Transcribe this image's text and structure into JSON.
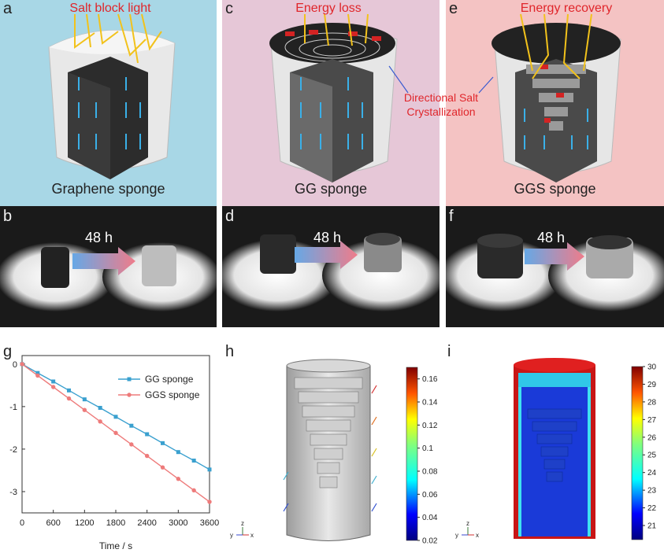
{
  "panels": {
    "a": {
      "letter": "a",
      "title": "Salt block light",
      "caption": "Graphene sponge"
    },
    "b": {
      "letter": "b",
      "time": "48 h"
    },
    "c": {
      "letter": "c",
      "title": "Energy loss",
      "caption": "GG sponge"
    },
    "d": {
      "letter": "d",
      "time": "48 h"
    },
    "e": {
      "letter": "e",
      "title": "Energy recovery",
      "caption": "GGS sponge"
    },
    "f": {
      "letter": "f",
      "time": "48 h"
    },
    "g": {
      "letter": "g"
    },
    "h": {
      "letter": "h"
    },
    "i": {
      "letter": "i"
    }
  },
  "annotation": {
    "line1": "Directional Salt",
    "line2": "Crystallization"
  },
  "colors": {
    "panel_a_bg": "#a8d7e6",
    "panel_c_bg": "#e6c7d7",
    "panel_e_bg": "#f4c3c3",
    "red_text": "#e0262b",
    "gg_series": "#3aa0cf",
    "ggs_series": "#ee7b7b"
  },
  "chart_data": [
    {
      "type": "line",
      "panel": "g",
      "xlabel": "Time / s",
      "ylabel": "",
      "xlim": [
        0,
        3600
      ],
      "ylim": [
        -3.5,
        0.2
      ],
      "xticks": [
        0,
        600,
        1200,
        1800,
        2400,
        3000,
        3600
      ],
      "yticks": [
        0,
        -1,
        -2,
        -3
      ],
      "legend": "top-right",
      "grid": false,
      "series": [
        {
          "name": "GG sponge",
          "color": "#3aa0cf",
          "marker": "square",
          "x": [
            0,
            300,
            600,
            900,
            1200,
            1500,
            1800,
            2100,
            2400,
            2700,
            3000,
            3300,
            3600
          ],
          "y": [
            0,
            -0.21,
            -0.41,
            -0.62,
            -0.83,
            -1.03,
            -1.24,
            -1.45,
            -1.65,
            -1.86,
            -2.07,
            -2.27,
            -2.48
          ]
        },
        {
          "name": "GGS sponge",
          "color": "#ee7b7b",
          "marker": "circle",
          "x": [
            0,
            300,
            600,
            900,
            1200,
            1500,
            1800,
            2100,
            2400,
            2700,
            3000,
            3300,
            3600
          ],
          "y": [
            0,
            -0.27,
            -0.54,
            -0.81,
            -1.08,
            -1.35,
            -1.62,
            -1.89,
            -2.16,
            -2.43,
            -2.7,
            -2.97,
            -3.24
          ]
        }
      ]
    },
    {
      "type": "heatmap",
      "panel": "h",
      "colorbar_ticks": [
        "0.16",
        "0.14",
        "0.12",
        "0.1",
        "0.08",
        "0.06",
        "0.04",
        "0.02"
      ],
      "colorbar_range": [
        0.02,
        0.17
      ],
      "axes_triad": {
        "z": "z",
        "y": "y",
        "x": "x"
      }
    },
    {
      "type": "heatmap",
      "panel": "i",
      "colorbar_ticks": [
        "30",
        "29",
        "28",
        "27",
        "26",
        "25",
        "24",
        "23",
        "22",
        "21"
      ],
      "colorbar_range": [
        20.2,
        30
      ],
      "axes_triad": {
        "z": "z",
        "y": "y",
        "x": "x"
      }
    }
  ]
}
